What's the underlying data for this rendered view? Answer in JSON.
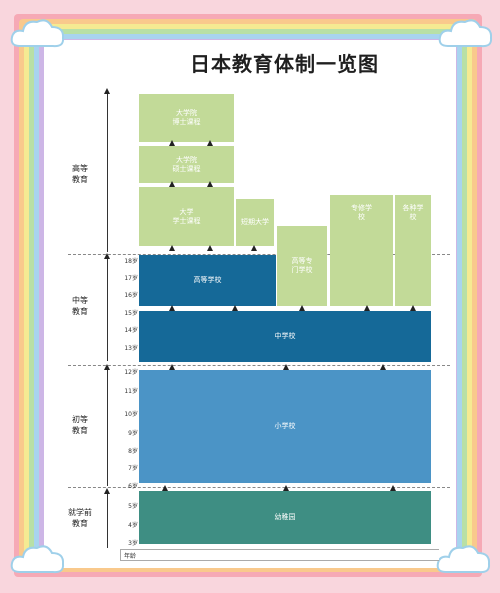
{
  "title": "日本教育体制一览图",
  "stages": {
    "higher": "高等\n教育",
    "secondary": "中等\n教育",
    "primary": "初等\n教育",
    "preschool": "就学前\n教育"
  },
  "ages": {
    "a18": "18岁",
    "a17": "17岁",
    "a16": "16岁",
    "a15": "15岁",
    "a14": "14岁",
    "a13": "13岁",
    "a12": "12岁",
    "a11": "11岁",
    "a10": "10岁",
    "a9": "9岁",
    "a8": "8岁",
    "a7": "7岁",
    "a6": "6岁",
    "a5": "5岁",
    "a4": "4岁",
    "a3": "3岁"
  },
  "axis_label": "年龄",
  "blocks": {
    "phd": "大学院\n博士课程",
    "master": "大学院\n硕士课程",
    "bachelor": "大学\n学士课程",
    "junior_college": "短期大学",
    "technical_college": "高等专\n门学校",
    "specialized_school": "专修学\n校",
    "misc_school": "各种学\n校",
    "high_school": "高等学校",
    "middle_school": "中学校",
    "elementary_school": "小学校",
    "kindergarten": "幼稚园"
  },
  "colors": {
    "background": "#f9d6dd",
    "higher_green": "#c2da98",
    "high_school_blue": "#156998",
    "elementary_blue": "#4b94c6",
    "kindergarten_teal": "#3e8e83"
  }
}
